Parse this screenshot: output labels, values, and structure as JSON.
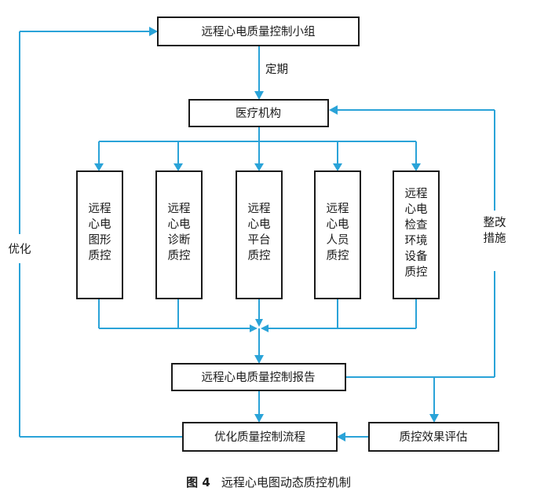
{
  "nodes": {
    "top_group": "远程心电质量控制小组",
    "institution": "医疗机构",
    "qc_image": [
      "远程",
      "心电",
      "图形",
      "质控"
    ],
    "qc_diagnosis": [
      "远程",
      "心电",
      "诊断",
      "质控"
    ],
    "qc_platform": [
      "远程",
      "心电",
      "平台",
      "质控"
    ],
    "qc_staff": [
      "远程",
      "心电",
      "人员",
      "质控"
    ],
    "qc_environment": [
      "远程",
      "心电",
      "检查",
      "环境",
      "设备",
      "质控"
    ],
    "report": "远程心电质量控制报告",
    "optimize_flow": "优化质量控制流程",
    "evaluation": "质控效果评估"
  },
  "edge_labels": {
    "periodic": "定期",
    "optimize": "优化",
    "rectify": [
      "整改",
      "措施"
    ]
  },
  "caption": {
    "figure_number": "图 4",
    "title": "远程心电图动态质控机制"
  },
  "colors": {
    "arrow": "#2aa3d8",
    "box_border": "#1a1a1a"
  }
}
